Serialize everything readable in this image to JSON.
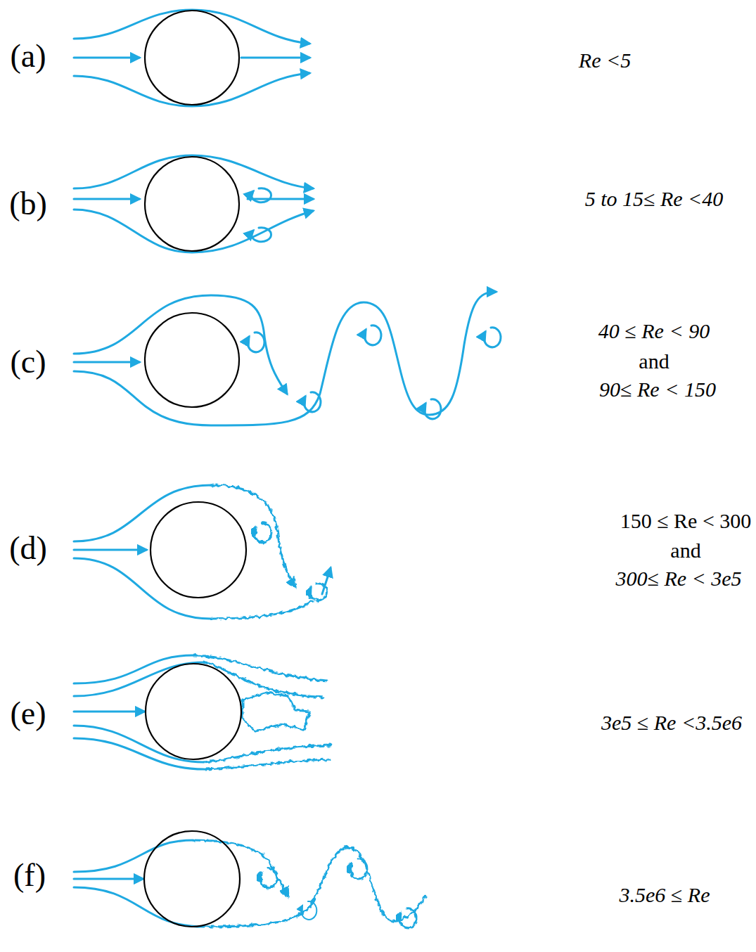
{
  "diagram": {
    "labels": [
      "(a)",
      "Re <5",
      "(b)",
      "5 to 15≤ Re <40",
      "(c)",
      "40 ≤ Re < 90",
      "and",
      "90≤ Re < 150",
      "(d)",
      "150 ≤ Re < 300",
      "and",
      "300≤ Re < 3e5",
      "(e)",
      "3e5 ≤ Re <3.5e6",
      "(f)",
      "3.5e6 ≤ Re"
    ]
  }
}
